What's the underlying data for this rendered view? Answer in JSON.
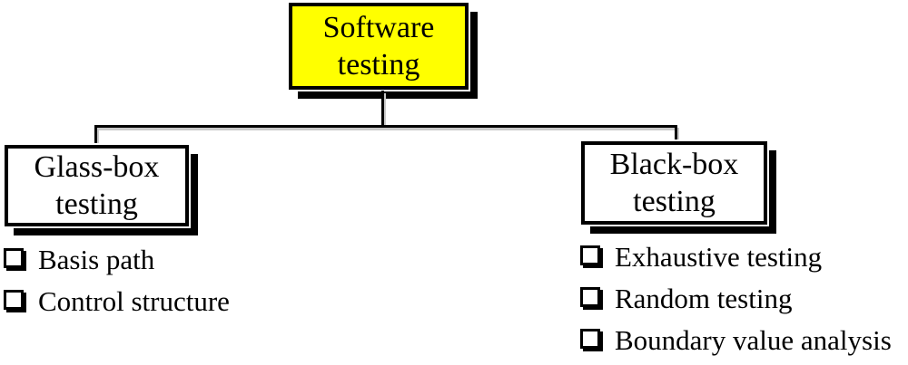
{
  "root_box": {
    "label": "Software testing"
  },
  "glass_box": {
    "label": "Glass-box testing",
    "items": [
      "Basis path",
      "Control structure"
    ]
  },
  "black_box": {
    "label": "Black-box testing",
    "items": [
      "Exhaustive testing",
      "Random testing",
      "Boundary value analysis"
    ]
  },
  "icons": {
    "bullet": "shadowed-white-square"
  },
  "colors": {
    "root_box_bg": "#ffff00",
    "child_box_bg": "#ffffff",
    "border_and_text": "#000000",
    "box_shadow": "#000000",
    "connector_line": "#000000",
    "connector_line_shadow": "#c9c9c9",
    "page_bg": "#ffffff"
  }
}
